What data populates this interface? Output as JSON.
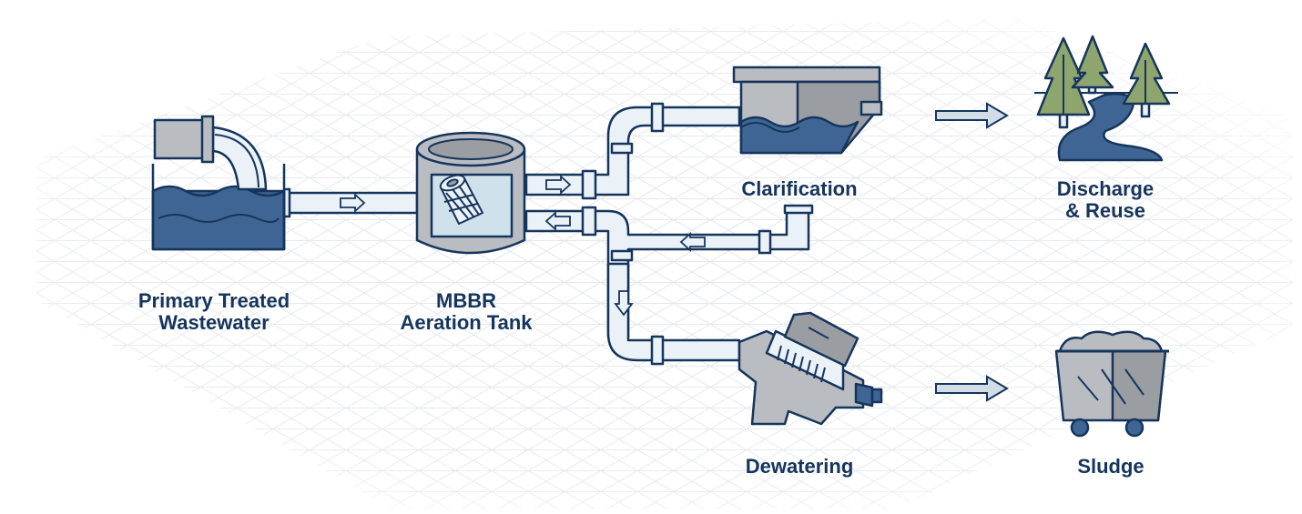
{
  "colors": {
    "navy": "#16355c",
    "water": "#3e6594",
    "water_light": "#6b8db6",
    "pipe_fill": "#eaf2f8",
    "tank_gray": "#b9bcc0",
    "tank_gray_dark": "#9a9da1",
    "tank_glass": "#cfe2ec",
    "tree_green": "#8ea56e",
    "grid": "#e3e6ea"
  },
  "stages": {
    "primary": {
      "line1": "Primary Treated",
      "line2": "Wastewater",
      "icon": "outfall-tank-icon"
    },
    "mbbr": {
      "line1": "MBBR",
      "line2": "Aeration Tank",
      "icon": "aeration-tank-icon"
    },
    "clarification": {
      "line1": "Clarification",
      "icon": "clarifier-icon"
    },
    "discharge": {
      "line1": "Discharge",
      "line2": "& Reuse",
      "icon": "river-trees-icon"
    },
    "dewatering": {
      "line1": "Dewatering",
      "icon": "screw-press-icon"
    },
    "sludge": {
      "line1": "Sludge",
      "icon": "sludge-cart-icon"
    }
  }
}
